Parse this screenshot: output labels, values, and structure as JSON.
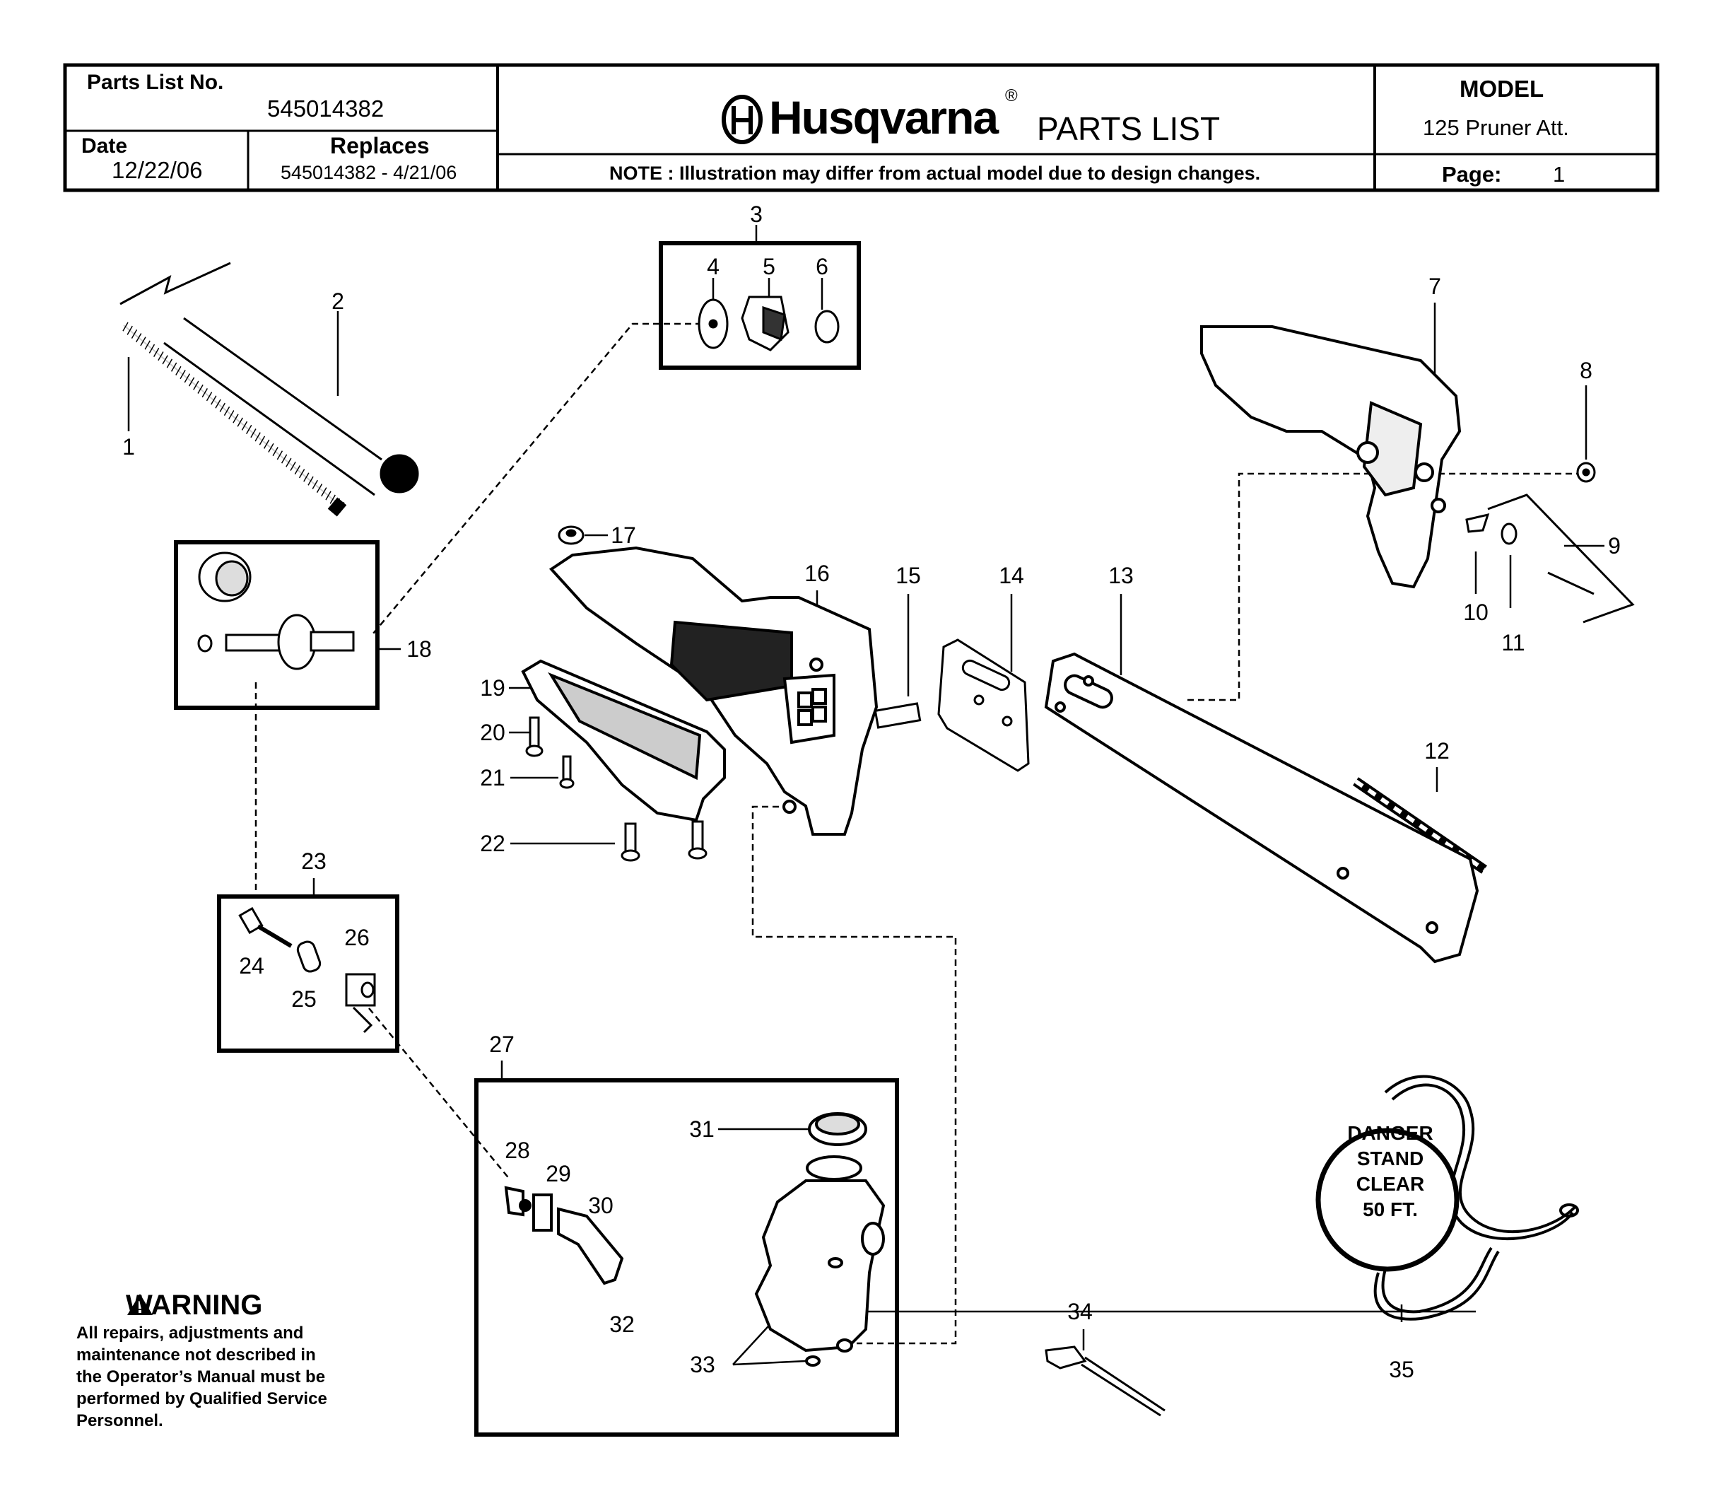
{
  "header": {
    "parts_list_no_label": "Parts List No.",
    "parts_list_no": "545014382",
    "date_label": "Date",
    "date": "12/22/06",
    "replaces_label": "Replaces",
    "replaces": "545014382 - 4/21/06",
    "brand": "Husqvarna",
    "brand_mark": "®",
    "doc_title": "PARTS LIST",
    "note": "NOTE : Illustration may differ from actual model due to design changes.",
    "model_label": "MODEL",
    "model": "125 Pruner Att.",
    "page_label": "Page:",
    "page": "1"
  },
  "callouts": [
    "1",
    "2",
    "3",
    "4",
    "5",
    "6",
    "7",
    "8",
    "9",
    "10",
    "11",
    "12",
    "13",
    "14",
    "15",
    "16",
    "17",
    "18",
    "19",
    "20",
    "21",
    "22",
    "23",
    "24",
    "25",
    "26",
    "27",
    "28",
    "29",
    "30",
    "31",
    "32",
    "33",
    "34",
    "35"
  ],
  "warning": {
    "title": "WARNING",
    "lines": [
      "All repairs, adjustments and",
      "maintenance not described in",
      "the Operator’s Manual must be",
      "performed by Qualified Service",
      "Personnel."
    ]
  },
  "danger_sign": {
    "lines": [
      "DANGER",
      "STAND",
      "CLEAR",
      "50 FT."
    ]
  }
}
